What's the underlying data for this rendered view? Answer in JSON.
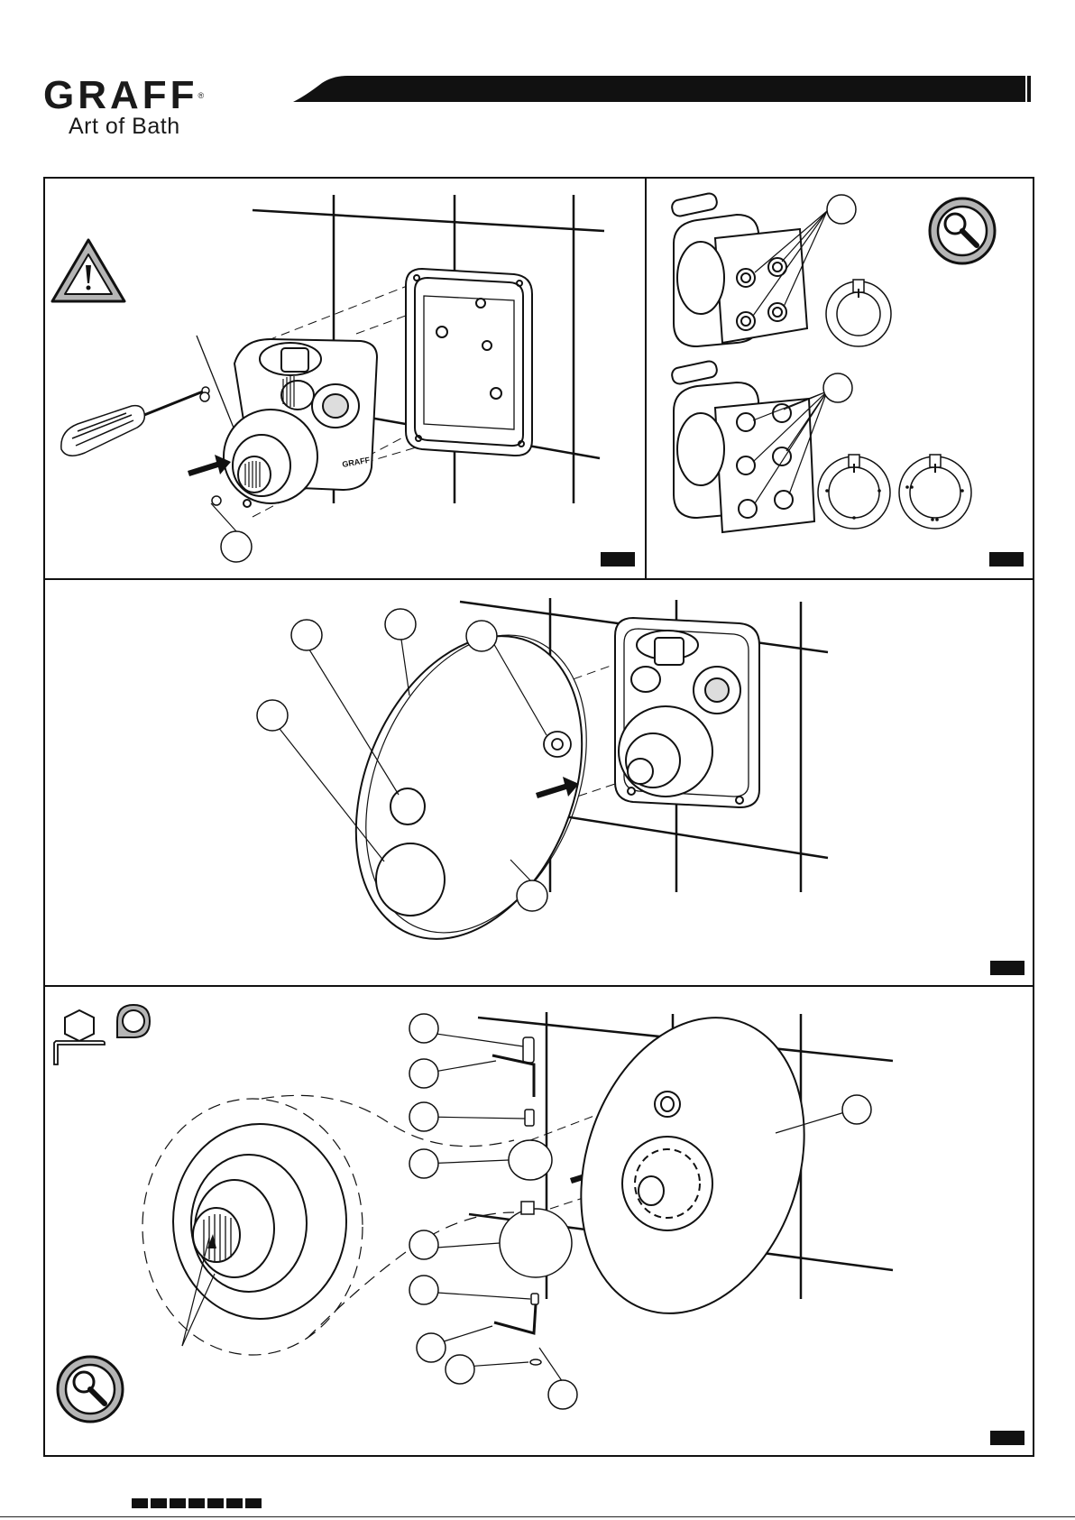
{
  "brand": {
    "logo_text": "GRAFF",
    "trademark": "®",
    "tagline": "Art of Bath",
    "unit_stamp_text": "GRAFF"
  },
  "icons": {
    "warning": "warning-triangle-icon",
    "magnifier": "magnifier-icon",
    "hex_key": "hex-key-icon",
    "screwdriver": "screwdriver-icon"
  },
  "colors": {
    "ink": "#111111",
    "icon_fill": "#b0b0b0"
  },
  "panels": [
    "step-1",
    "step-2",
    "step-3",
    "step-4"
  ]
}
